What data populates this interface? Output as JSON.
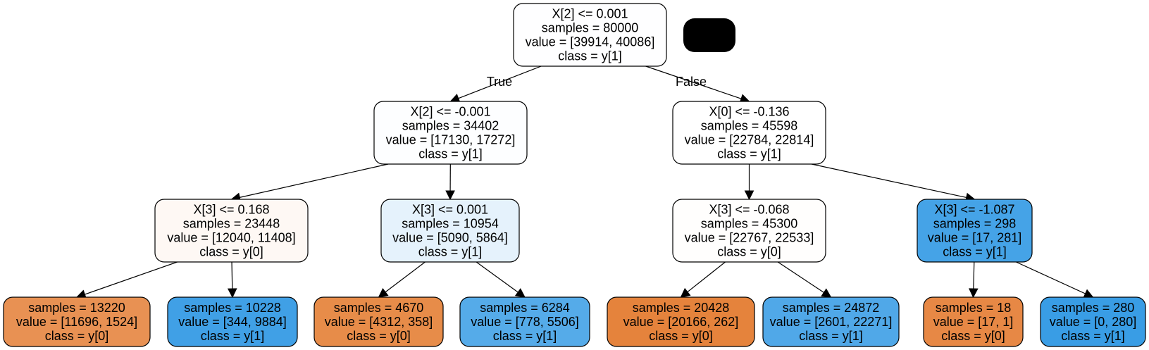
{
  "tree": {
    "nodes": [
      {
        "id": "n0",
        "lines": [
          "X[2] <= 0.001",
          "samples = 80000",
          "value = [39914, 40086]",
          "class = y[1]"
        ],
        "fill": "#fefeff"
      },
      {
        "id": "n1",
        "lines": [
          "X[2] <= -0.001",
          "samples = 34402",
          "value = [17130, 17272]",
          "class = y[1]"
        ],
        "fill": "#fdfeff"
      },
      {
        "id": "n2",
        "lines": [
          "X[0] <= -0.136",
          "samples = 45598",
          "value = [22784, 22814]",
          "class = y[1]"
        ],
        "fill": "#ffffff"
      },
      {
        "id": "n3",
        "lines": [
          "X[3] <= 0.168",
          "samples = 23448",
          "value = [12040, 11408]",
          "class = y[0]"
        ],
        "fill": "#fef8f4"
      },
      {
        "id": "n4",
        "lines": [
          "X[3] <= 0.001",
          "samples = 10954",
          "value = [5090, 5864]",
          "class = y[1]"
        ],
        "fill": "#e5f2fc"
      },
      {
        "id": "n5",
        "lines": [
          "X[3] <= -0.068",
          "samples = 45300",
          "value = [22767, 22533]",
          "class = y[0]"
        ],
        "fill": "#fffefd"
      },
      {
        "id": "n6",
        "lines": [
          "X[3] <= -1.087",
          "samples = 298",
          "value = [17, 281]",
          "class = y[1]"
        ],
        "fill": "#45a3e7"
      },
      {
        "id": "n7",
        "lines": [
          "samples = 13220",
          "value = [11696, 1524]",
          "class = y[0]"
        ],
        "fill": "#e89153"
      },
      {
        "id": "n8",
        "lines": [
          "samples = 10228",
          "value = [344, 9884]",
          "class = y[1]"
        ],
        "fill": "#40a0e6"
      },
      {
        "id": "n9",
        "lines": [
          "samples = 4670",
          "value = [4312, 358]",
          "class = y[0]"
        ],
        "fill": "#e78c49"
      },
      {
        "id": "n10",
        "lines": [
          "samples = 6284",
          "value = [778, 5506]",
          "class = y[1]"
        ],
        "fill": "#55abe9"
      },
      {
        "id": "n11",
        "lines": [
          "samples = 20428",
          "value = [20166, 262]",
          "class = y[0]"
        ],
        "fill": "#e5833c"
      },
      {
        "id": "n12",
        "lines": [
          "samples = 24872",
          "value = [2601, 22271]",
          "class = y[1]"
        ],
        "fill": "#50a8e8"
      },
      {
        "id": "n13",
        "lines": [
          "samples = 18",
          "value = [17, 1]",
          "class = y[0]"
        ],
        "fill": "#e78845"
      },
      {
        "id": "n14",
        "lines": [
          "samples = 280",
          "value = [0, 280]",
          "class = y[1]"
        ],
        "fill": "#399de5"
      }
    ],
    "edges": [
      {
        "from": "n0",
        "to": "n1",
        "label": "True"
      },
      {
        "from": "n0",
        "to": "n2",
        "label": "False"
      },
      {
        "from": "n1",
        "to": "n3",
        "label": ""
      },
      {
        "from": "n1",
        "to": "n4",
        "label": ""
      },
      {
        "from": "n2",
        "to": "n5",
        "label": ""
      },
      {
        "from": "n2",
        "to": "n6",
        "label": ""
      },
      {
        "from": "n3",
        "to": "n7",
        "label": ""
      },
      {
        "from": "n3",
        "to": "n8",
        "label": ""
      },
      {
        "from": "n4",
        "to": "n9",
        "label": ""
      },
      {
        "from": "n4",
        "to": "n10",
        "label": ""
      },
      {
        "from": "n5",
        "to": "n11",
        "label": ""
      },
      {
        "from": "n5",
        "to": "n12",
        "label": ""
      },
      {
        "from": "n6",
        "to": "n13",
        "label": ""
      },
      {
        "from": "n6",
        "to": "n14",
        "label": ""
      }
    ]
  }
}
